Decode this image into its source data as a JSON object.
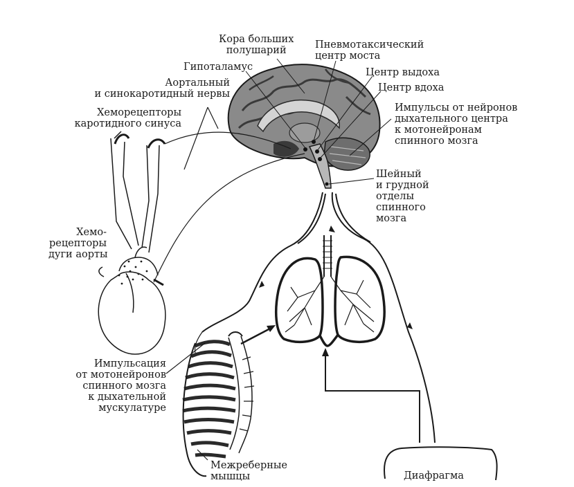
{
  "labels": {
    "cortex": "Кора больших\nполушарий",
    "pneumotaxic": "Пневмотаксический\nцентр моста",
    "hypothalamus": "Гипоталамус",
    "aortic_nerves": "Аортальный\nи синокаротидный нервы",
    "expiration_center": "Центр выдоха",
    "inspiration_center": "Центр вдоха",
    "carotid_chemoreceptors": "Хеморецепторы\nкаротидного синуса",
    "impulses_neurons": "Импульсы от нейронов\nдыхательного центра\nк мотонейронам\nспинного мозга",
    "spinal_cord": "Шейный\nи грудной\nотделы\nспинного\nмозга",
    "aortic_chemoreceptors": "Хемо-\nрецепторы\nдуги аорты",
    "motoneuron_impulses": "Импульсация\nот мотонейронов\nспинного мозга\nк дыхательной\nмускулатуре",
    "intercostal": "Межреберные\nмышцы",
    "diaphragm": "Диафрагма"
  },
  "colors": {
    "line": "#1a1a1a",
    "brain_dark": "#3a3a3a",
    "brain_mid": "#7a7a7a",
    "brain_light": "#bdbdbd"
  }
}
